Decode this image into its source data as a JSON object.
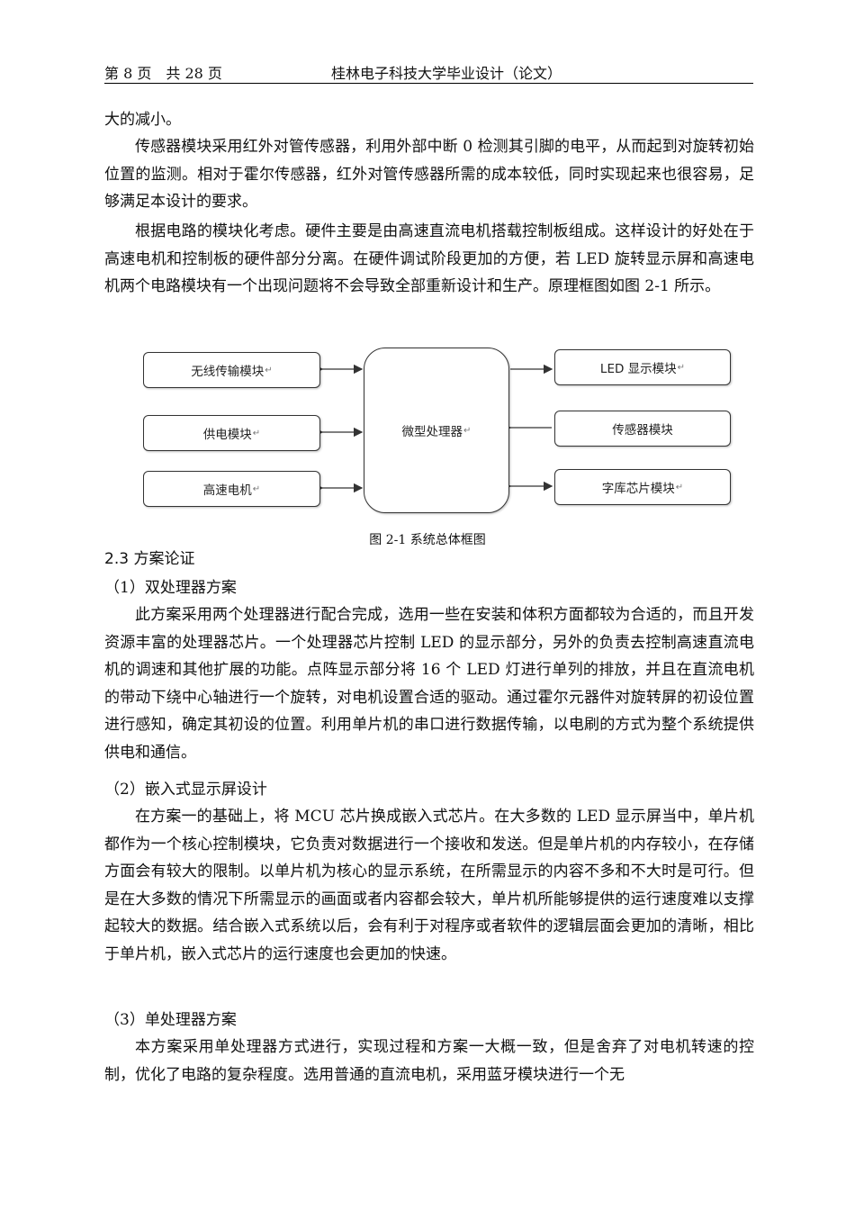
{
  "header": {
    "page_info": "第 8 页　共 28 页",
    "title": "桂林电子科技大学毕业设计（论文）"
  },
  "paragraphs": {
    "p0": "大的减小。",
    "p1": "传感器模块采用红外对管传感器，利用外部中断 0 检测其引脚的电平，从而起到对旋转初始位置的监测。相对于霍尔传感器，红外对管传感器所需的成本较低，同时实现起来也很容易，足够满足本设计的要求。",
    "p2": "根据电路的模块化考虑。硬件主要是由高速直流电机搭载控制板组成。这样设计的好处在于高速电机和控制板的硬件部分分离。在硬件调试阶段更加的方便，若 LED 旋转显示屏和高速电机两个电路模块有一个出现问题将不会导致全部重新设计和生产。原理框图如图 2-1 所示。"
  },
  "diagram": {
    "left_boxes": [
      "无线传输模块",
      "供电模块",
      "高速电机"
    ],
    "center_box": "微型处理器",
    "right_boxes": [
      "LED 显示模块",
      "传感器模块",
      "字库芯片模块"
    ],
    "mark": "↵",
    "caption": "图 2-1 系统总体框图"
  },
  "section": {
    "heading": "2.3 方案论证",
    "sub1": "（1）双处理器方案",
    "sub1_text": "此方案采用两个处理器进行配合完成，选用一些在安装和体积方面都较为合适的，而且开发资源丰富的处理器芯片。一个处理器芯片控制 LED 的显示部分，另外的负责去控制高速直流电机的调速和其他扩展的功能。点阵显示部分将 16 个 LED 灯进行单列的排放，并且在直流电机的带动下绕中心轴进行一个旋转，对电机设置合适的驱动。通过霍尔元器件对旋转屏的初设位置进行感知，确定其初设的位置。利用单片机的串口进行数据传输，以电刷的方式为整个系统提供供电和通信。",
    "sub2": "（2）嵌入式显示屏设计",
    "sub2_text": "在方案一的基础上，将 MCU 芯片换成嵌入式芯片。在大多数的 LED 显示屏当中，单片机都作为一个核心控制模块，它负责对数据进行一个接收和发送。但是单片机的内存较小，在存储方面会有较大的限制。以单片机为核心的显示系统，在所需显示的内容不多和不大时是可行。但是在大多数的情况下所需显示的画面或者内容都会较大，单片机所能够提供的运行速度难以支撑起较大的数据。结合嵌入式系统以后，会有利于对程序或者软件的逻辑层面会更加的清晰，相比于单片机，嵌入式芯片的运行速度也会更加的快速。",
    "sub3": "（3）单处理器方案",
    "sub3_text": "本方案采用单处理器方式进行，实现过程和方案一大概一致，但是舍弃了对电机转速的控制，优化了电路的复杂程度。选用普通的直流电机，采用蓝牙模块进行一个无"
  }
}
